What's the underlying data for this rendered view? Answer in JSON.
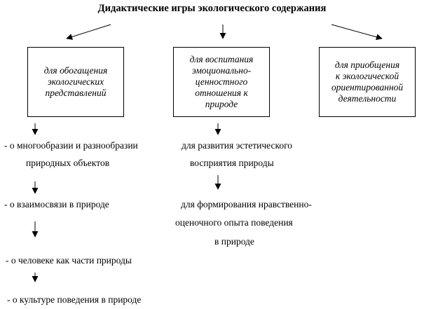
{
  "title": "Дидактические игры экологического содержания",
  "boxes": [
    {
      "label": "для обогащения\nэкологических\nпредставлений"
    },
    {
      "label": "для воспитания\nэмоционально-\nценностного\nотношения к\nприроде"
    },
    {
      "label": "для приобщения\nк экологической\nориентированной\nдеятельности"
    }
  ],
  "left_items": {
    "item1_line1": "- о многообразии и разнообразии",
    "item1_line2": "природных объектов",
    "item2": "- о взаимосвязи в природе",
    "item3": "- о человеке как части природы",
    "item4": "- о культуре поведения в природе"
  },
  "middle_items": {
    "item1_line1": "для развития эстетического",
    "item1_line2": "восприятия природы",
    "item2_line1": "для формирования нравственно-",
    "item2_line2": "оценочного опыта поведения",
    "item2_line3": "в природе"
  }
}
